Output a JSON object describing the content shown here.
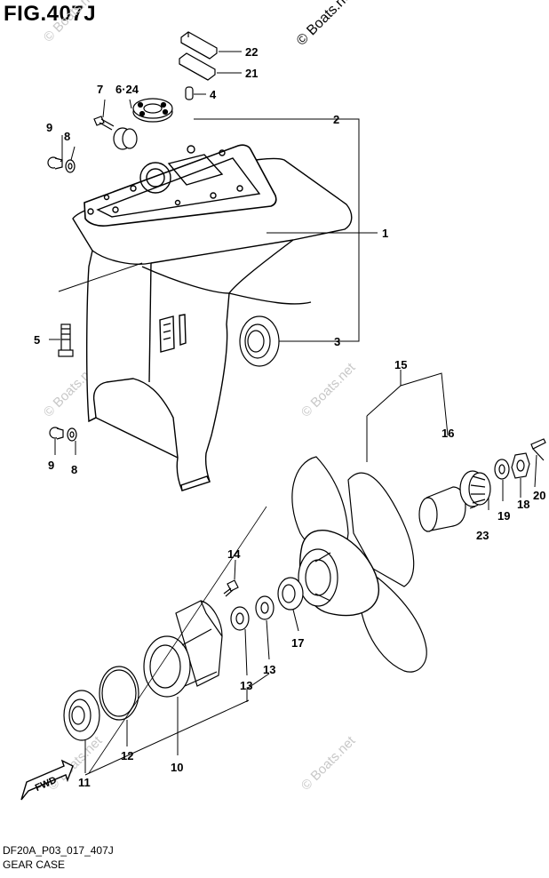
{
  "figure": {
    "title": "FIG.407J"
  },
  "footer": {
    "code": "DF20A_P03_017_407J",
    "caption": "GEAR CASE"
  },
  "watermark": {
    "text": "© Boats.net"
  },
  "direction_label": "FWD",
  "callouts": {
    "c1": "1",
    "c2": "2",
    "c3": "3",
    "c4": "4",
    "c5": "5",
    "c6_24": "6·24",
    "c7": "7",
    "c8a": "8",
    "c8b": "8",
    "c9a": "9",
    "c9b": "9",
    "c10": "10",
    "c11": "11",
    "c12": "12",
    "c13a": "13",
    "c13b": "13",
    "c14": "14",
    "c15": "15",
    "c16": "16",
    "c17": "17",
    "c18": "18",
    "c19": "19",
    "c20": "20",
    "c21": "21",
    "c22": "22",
    "c23": "23"
  }
}
